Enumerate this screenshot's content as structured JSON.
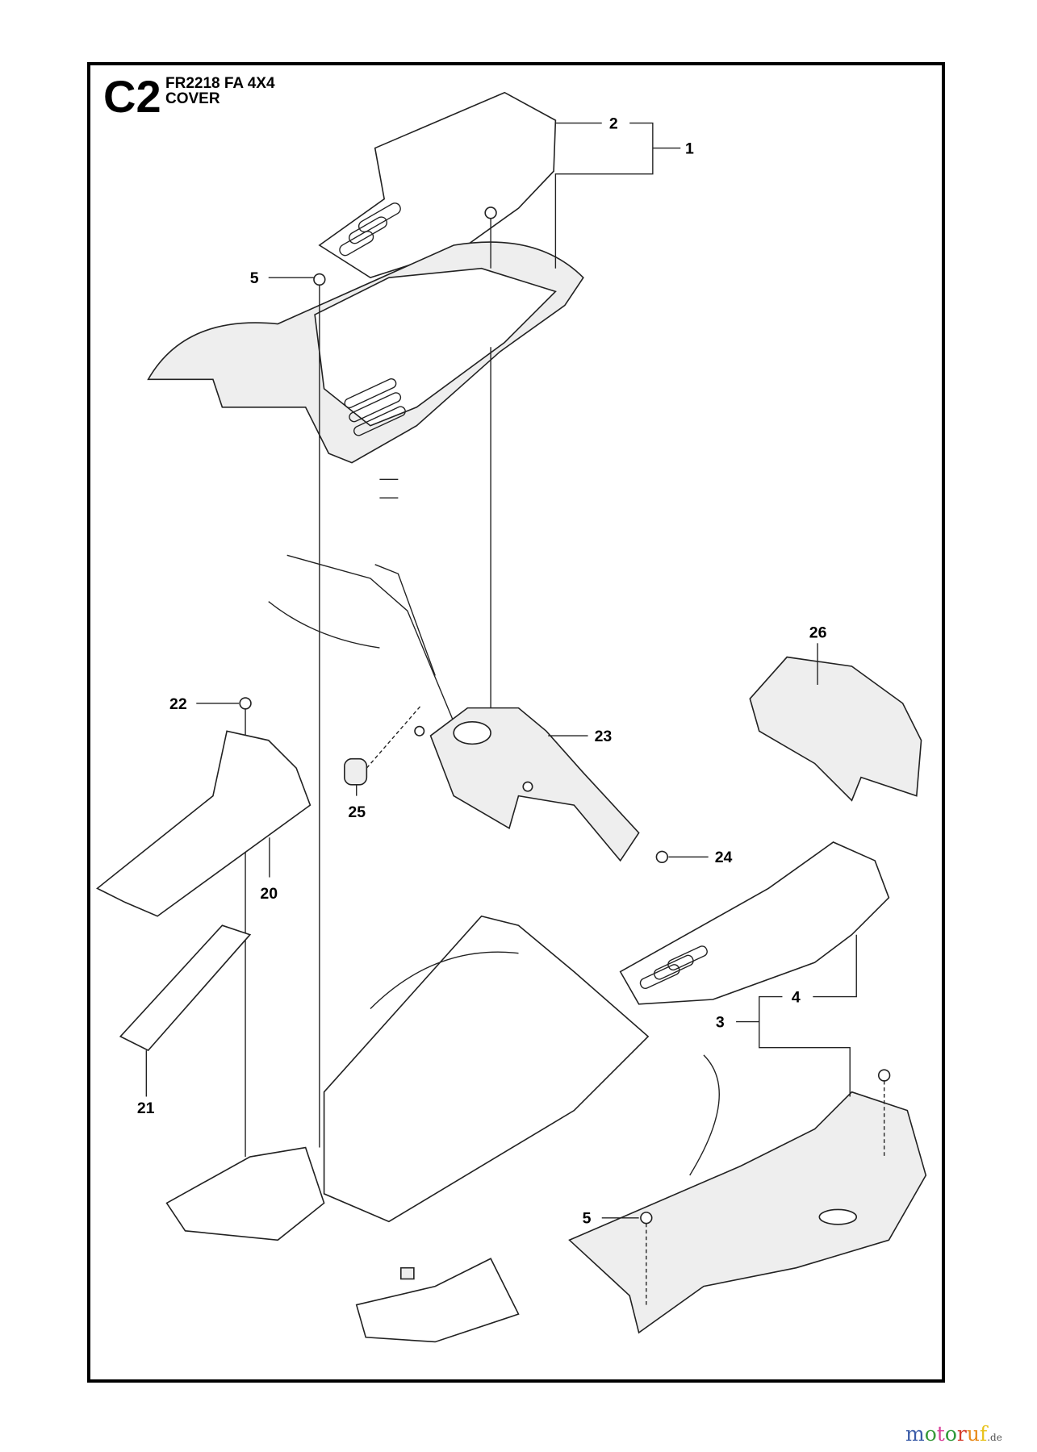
{
  "header": {
    "section_code": "C2",
    "model": "FR2218 FA 4X4",
    "group": "COVER"
  },
  "callouts": [
    {
      "id": "c1",
      "label": "1"
    },
    {
      "id": "c2",
      "label": "2"
    },
    {
      "id": "c3",
      "label": "3"
    },
    {
      "id": "c4",
      "label": "4"
    },
    {
      "id": "c5a",
      "label": "5"
    },
    {
      "id": "c5b",
      "label": "5"
    },
    {
      "id": "c20",
      "label": "20"
    },
    {
      "id": "c21",
      "label": "21"
    },
    {
      "id": "c22",
      "label": "22"
    },
    {
      "id": "c23",
      "label": "23"
    },
    {
      "id": "c24",
      "label": "24"
    },
    {
      "id": "c25",
      "label": "25"
    },
    {
      "id": "c26",
      "label": "26"
    }
  ],
  "watermark": {
    "brand": "motoruf",
    "tld": ".de"
  }
}
